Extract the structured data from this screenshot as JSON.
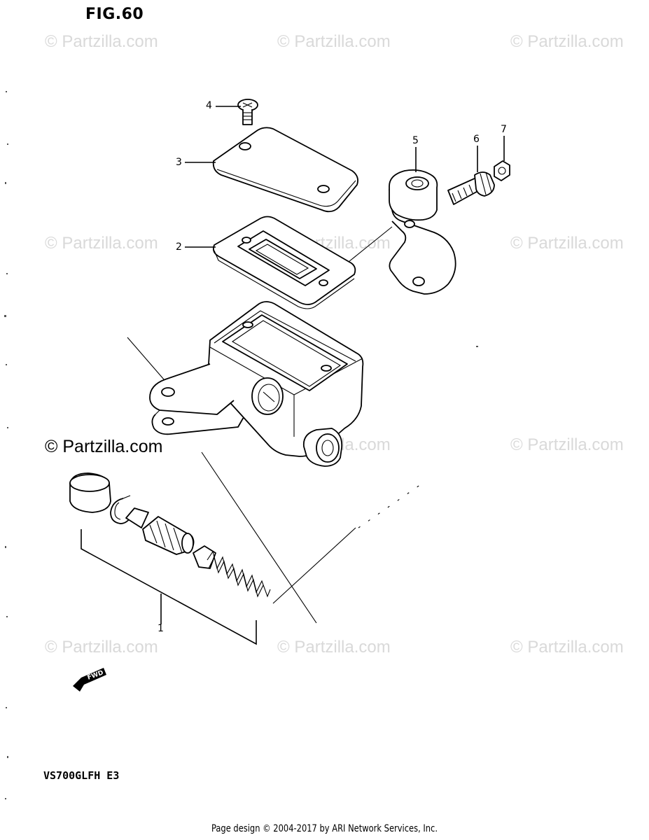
{
  "figure": {
    "title": "FIG.60",
    "model_code": "VS700GLFH E3"
  },
  "watermarks": {
    "text": "© Partzilla.com",
    "prominent": "© Partzilla.com"
  },
  "callouts": [
    "1",
    "2",
    "3",
    "4",
    "5",
    "6",
    "7"
  ],
  "fwd_label": "FWD",
  "footer": "Page design © 2004-2017 by ARI Network Services, Inc."
}
